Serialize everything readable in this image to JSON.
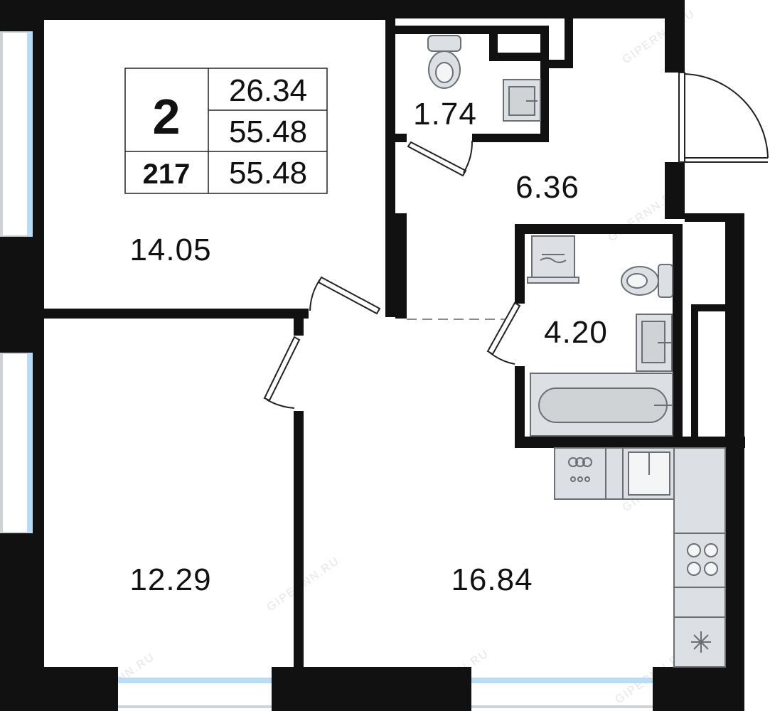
{
  "plan": {
    "summary": {
      "rooms": "2",
      "number": "217",
      "living_area": "26.34",
      "total_area": "55.48",
      "total_area_2": "55.48"
    },
    "rooms": [
      {
        "id": "bedroom-1",
        "area": "14.05"
      },
      {
        "id": "wc",
        "area": "1.74"
      },
      {
        "id": "hall",
        "area": "6.36"
      },
      {
        "id": "bathroom",
        "area": "4.20"
      },
      {
        "id": "bedroom-2",
        "area": "12.29"
      },
      {
        "id": "kitchen-living",
        "area": "16.84"
      }
    ],
    "watermark": "GIPERNN.RU",
    "colors": {
      "wall": "#111111",
      "window": "#b9dcf7",
      "fixture": "#dcdfe3",
      "fixture_stroke": "#6b6f74"
    }
  }
}
